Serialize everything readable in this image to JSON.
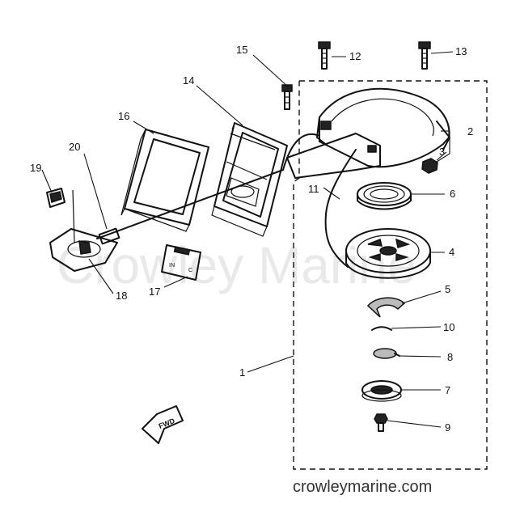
{
  "watermark": "Crowley Marine",
  "footer": "crowleymarine.com",
  "direction_tag": "FWD",
  "label_plate": {
    "line1": "IN",
    "line2": "C"
  },
  "callouts": {
    "p1": "1",
    "p2": "2",
    "p3": "3",
    "p4": "4",
    "p5": "5",
    "p6": "6",
    "p7": "7",
    "p8": "8",
    "p9": "9",
    "p10": "10",
    "p11": "11",
    "p12": "12",
    "p13": "13",
    "p14": "14",
    "p15": "15",
    "p16": "16",
    "p17": "17",
    "p18": "18",
    "p19": "19",
    "p20": "20"
  }
}
